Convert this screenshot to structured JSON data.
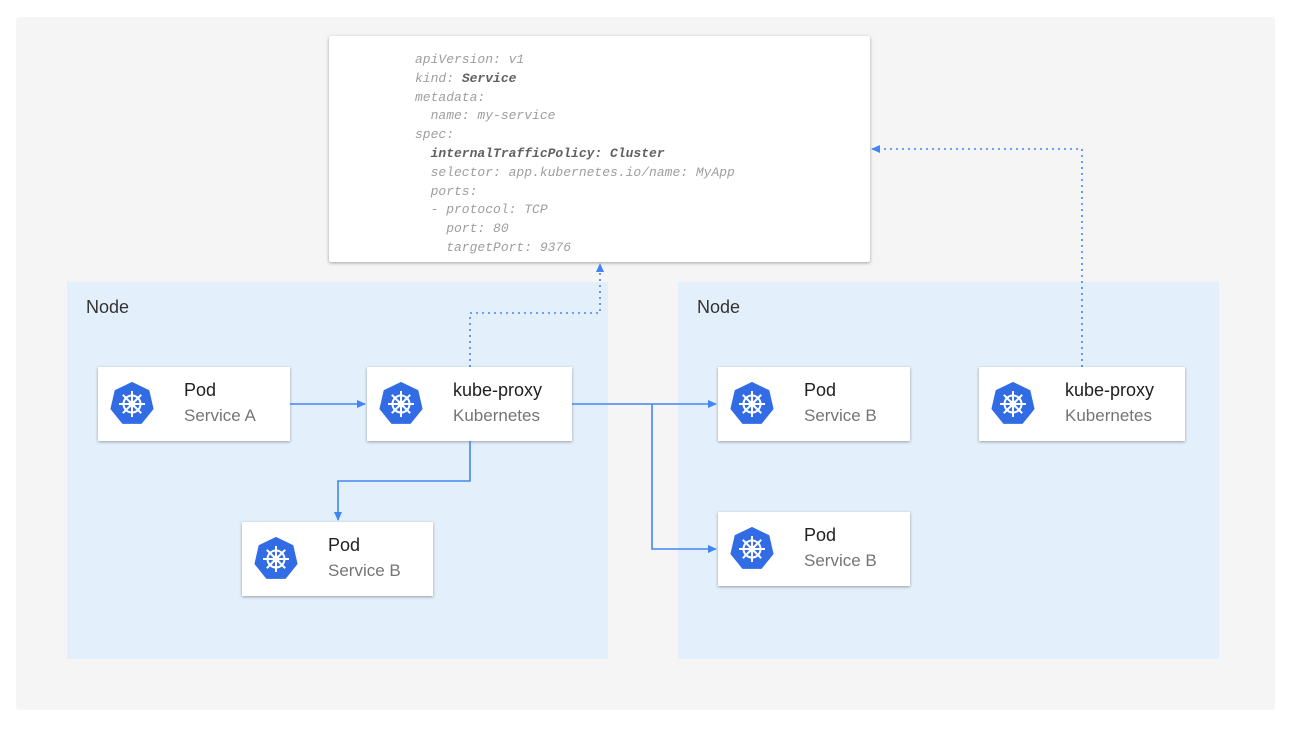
{
  "yaml": {
    "lines": [
      {
        "text": "apiVersion: v1"
      },
      {
        "key": "kind: ",
        "bold": "Service"
      },
      {
        "text": "metadata:"
      },
      {
        "text": "  name: my-service"
      },
      {
        "text": "spec:"
      },
      {
        "boldline": "  internalTrafficPolicy: Cluster"
      },
      {
        "text": "  selector: app.kubernetes.io/name: MyApp"
      },
      {
        "text": "  ports:"
      },
      {
        "text": "  - protocol: TCP"
      },
      {
        "text": "    port: 80"
      },
      {
        "text": "    targetPort: 9376"
      }
    ]
  },
  "nodes": [
    {
      "label": "Node"
    },
    {
      "label": "Node"
    }
  ],
  "cards": [
    {
      "title": "Pod",
      "subtitle": "Service A",
      "icon": "kubernetes-helm-icon"
    },
    {
      "title": "kube-proxy",
      "subtitle": "Kubernetes",
      "icon": "kubernetes-helm-icon"
    },
    {
      "title": "Pod",
      "subtitle": "Service B",
      "icon": "kubernetes-helm-icon"
    },
    {
      "title": "Pod",
      "subtitle": "Service B",
      "icon": "kubernetes-helm-icon"
    },
    {
      "title": "kube-proxy",
      "subtitle": "Kubernetes",
      "icon": "kubernetes-helm-icon"
    },
    {
      "title": "Pod",
      "subtitle": "Service B",
      "icon": "kubernetes-helm-icon"
    }
  ],
  "colors": {
    "arrow": "#4285f4",
    "icon": "#326ce5",
    "node_bg": "#e3f0fc"
  }
}
